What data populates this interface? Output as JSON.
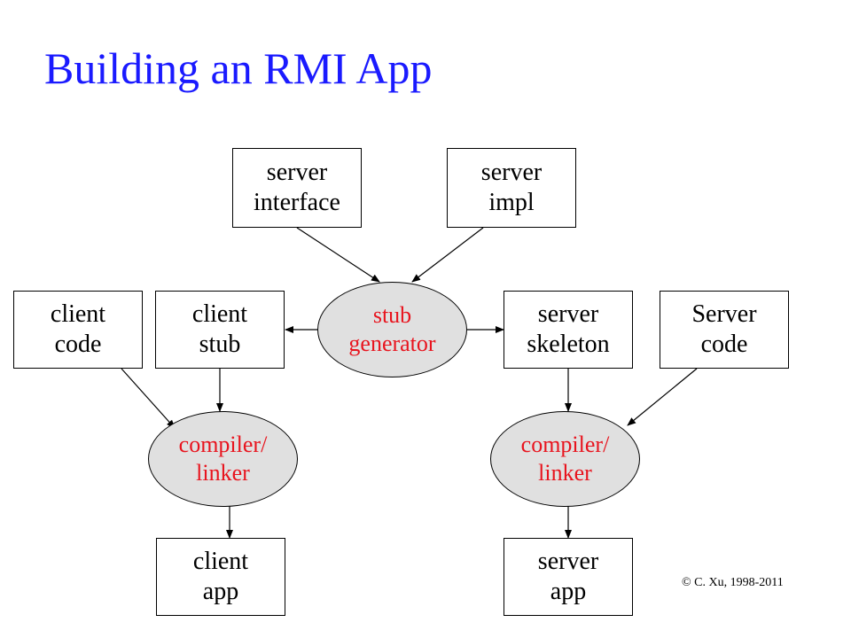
{
  "title": "Building an RMI App",
  "nodes": {
    "server_interface": [
      "server",
      "interface"
    ],
    "server_impl": [
      "server",
      "impl"
    ],
    "client_code": [
      "client",
      "code"
    ],
    "client_stub": [
      "client",
      "stub"
    ],
    "stub_generator": [
      "stub",
      "generator"
    ],
    "server_skeleton": [
      "server",
      "skeleton"
    ],
    "server_code": [
      "Server",
      "code"
    ],
    "compiler_linker_client": [
      "compiler/",
      "linker"
    ],
    "compiler_linker_server": [
      "compiler/",
      "linker"
    ],
    "client_app": [
      "client",
      "app"
    ],
    "server_app": [
      "server",
      "app"
    ]
  },
  "copyright": "© C. Xu, 1998-2011",
  "colors": {
    "title": "#1a1aff",
    "process_text": "#e8141e",
    "process_fill": "#e0e0e0"
  }
}
